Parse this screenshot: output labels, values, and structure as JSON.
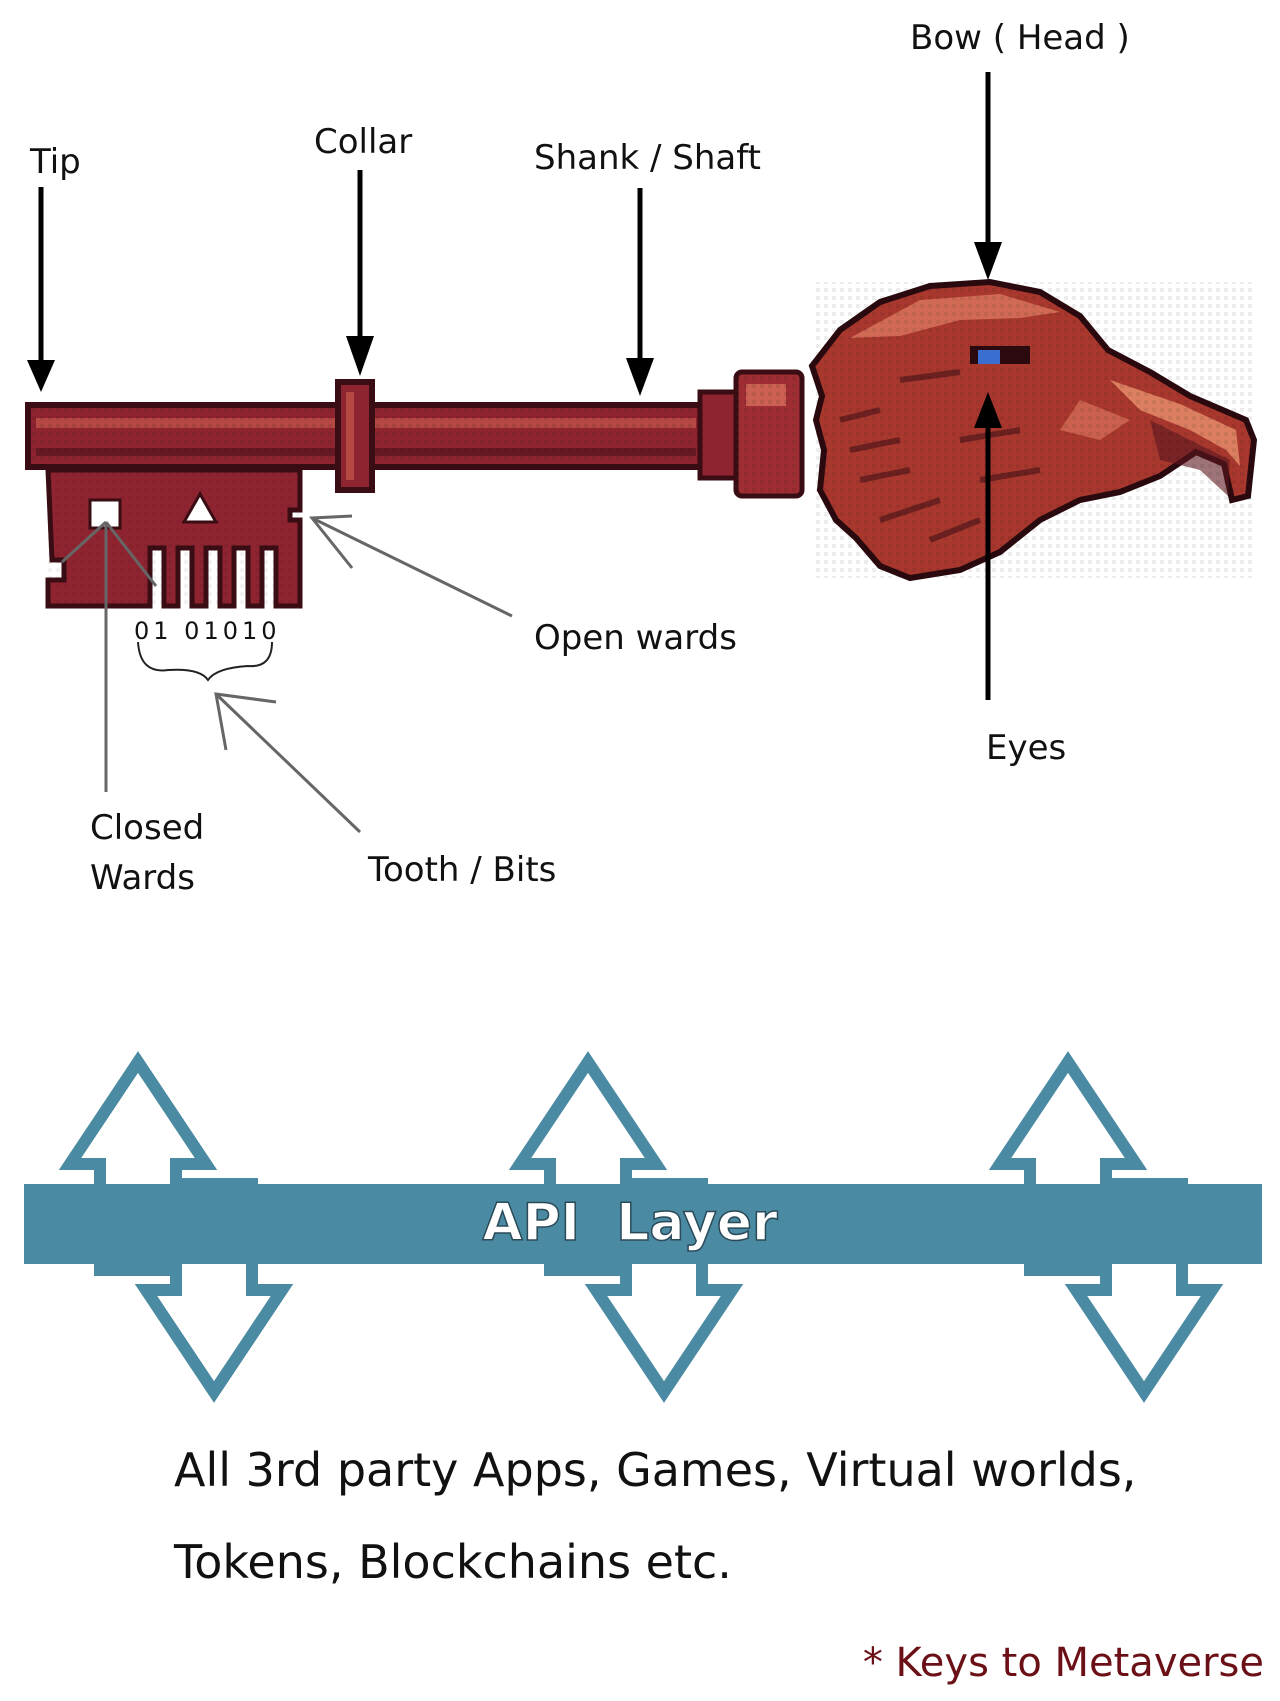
{
  "labels": {
    "bow": "Bow ( Head )",
    "tip": "Tip",
    "collar": "Collar",
    "shank": "Shank / Shaft",
    "open_wards": "Open wards",
    "eyes": "Eyes",
    "closed_wards_line1": "Closed",
    "closed_wards_line2": "Wards",
    "tooth_bits": "Tooth / Bits",
    "bit_pattern": "01 01010",
    "api_layer": "API  Layer",
    "third_party_line1": "All 3rd party Apps, Games, Virtual worlds,",
    "third_party_line2": "Tokens, Blockchains etc.",
    "footnote": "* Keys to Metaverse"
  },
  "colors": {
    "key_body": "#8e2430",
    "key_dark": "#3a0d14",
    "key_highlight": "#c8584c",
    "eagle": "#a8382e",
    "eagle_light": "#d8735c",
    "eye": "#3a6fd1",
    "api_bar": "#4a8aa3",
    "footnote": "#6b1016",
    "text": "#111111"
  },
  "icons": {
    "api_arrows": "double-headed-arrow-icon"
  }
}
